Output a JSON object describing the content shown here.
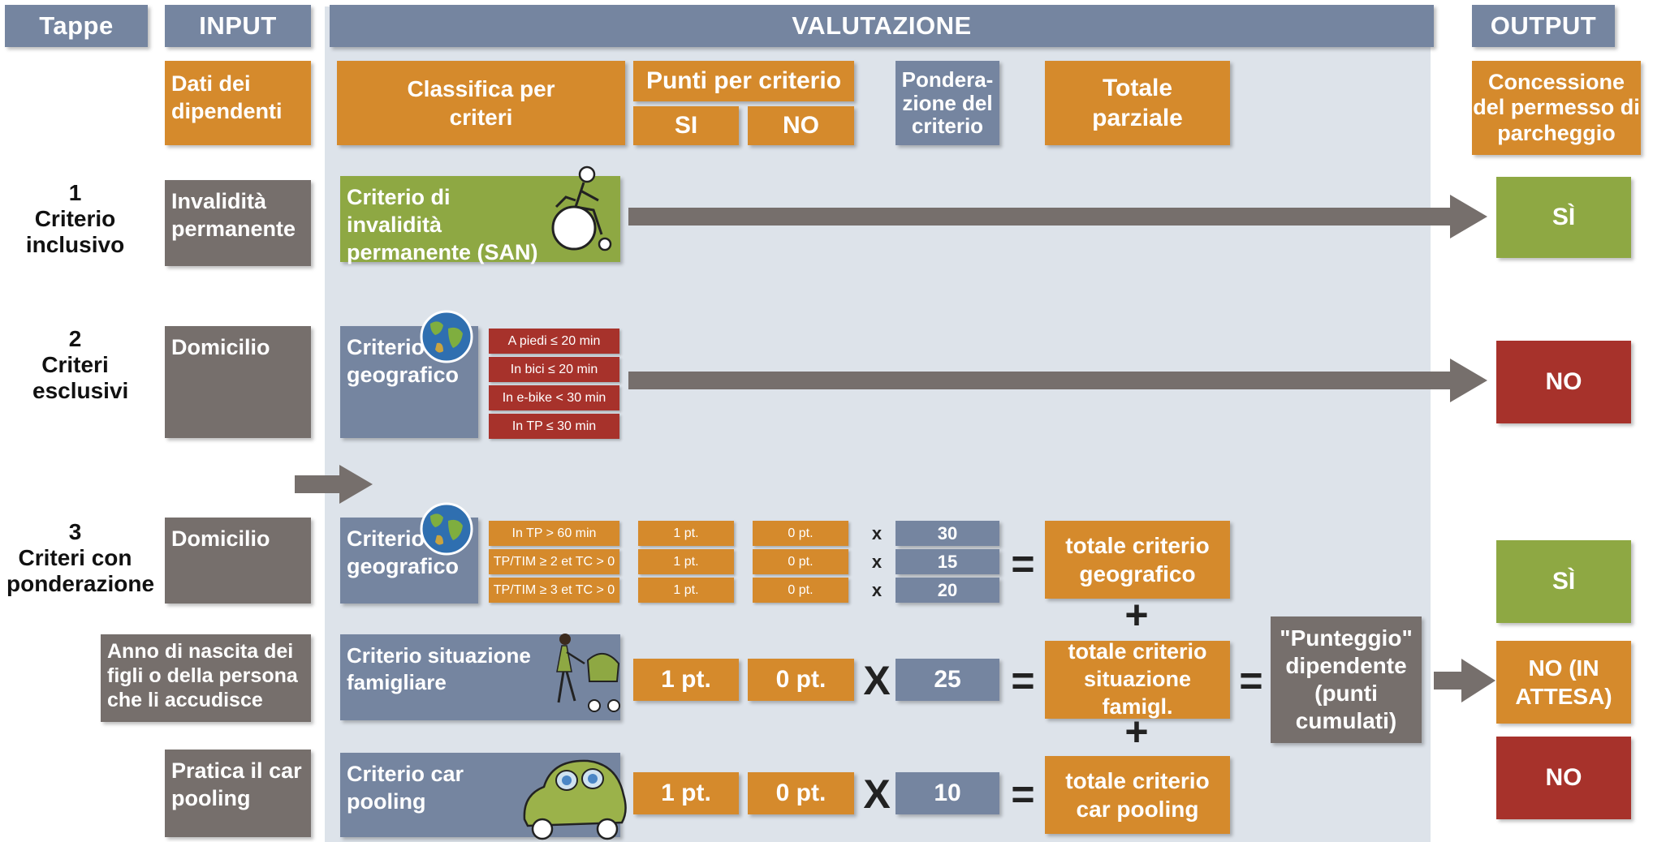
{
  "headers": {
    "tappe": "Tappe",
    "input": "INPUT",
    "valutazione": "VALUTAZIONE",
    "output": "OUTPUT"
  },
  "subheaders": {
    "dati": "Dati dei dipendenti",
    "classifica": "Classifica per criteri",
    "punti": "Punti per criterio",
    "si": "SI",
    "no": "NO",
    "ponderazione": "Pondera-zione del criterio",
    "totale": "Totale parziale",
    "concessione": "Concessione del permesso di parcheggio"
  },
  "steps": [
    {
      "num": "1",
      "label": "Criterio inclusivo"
    },
    {
      "num": "2",
      "label": "Criteri esclusivi"
    },
    {
      "num": "3",
      "label": "Criteri con ponderazione"
    }
  ],
  "inputs": {
    "invalidita": "Invalidità permanente",
    "domicilio1": "Domicilio",
    "domicilio2": "Domicilio",
    "anno": "Anno di nascita dei figli o della persona che li accudisce",
    "pooling": "Pratica il car pooling"
  },
  "criteria": {
    "san": "Criterio di invalidità permanente (SAN)",
    "geo1": "Criterio geografico",
    "geo2": "Criterio geografico",
    "famiglia": "Criterio situazione famigliare",
    "carpool": "Criterio car pooling"
  },
  "exclusive_conditions": [
    "A piedi ≤ 20 min",
    "In bici ≤ 20 min",
    "In e-bike < 30 min",
    "In TP ≤ 30 min"
  ],
  "geo_rows": [
    {
      "cond": "In TP > 60 min",
      "si": "1 pt.",
      "no": "0 pt.",
      "op": "x",
      "weight": "30"
    },
    {
      "cond": "TP/TIM ≥ 2 et TC > 0",
      "si": "1 pt.",
      "no": "0 pt.",
      "op": "x",
      "weight": "15"
    },
    {
      "cond": "TP/TIM ≥ 3 et TC > 0",
      "si": "1 pt.",
      "no": "0 pt.",
      "op": "x",
      "weight": "20"
    }
  ],
  "famiglia_row": {
    "si": "1 pt.",
    "no": "0 pt.",
    "op": "X",
    "weight": "25"
  },
  "carpool_row": {
    "si": "1 pt.",
    "no": "0 pt.",
    "op": "X",
    "weight": "10"
  },
  "totals": {
    "geo": "totale criterio geografico",
    "fam": "totale criterio situazione famigl.",
    "car": "totale criterio car pooling"
  },
  "operators": {
    "equals": "=",
    "plus": "+"
  },
  "punteggio": "\"Punteggio\" dipendente (punti cumulati)",
  "outputs": {
    "si1": "SÌ",
    "no1": "NO",
    "si2": "SÌ",
    "attesa": "NO (IN ATTESA)",
    "no2": "NO"
  },
  "colors": {
    "orange": "#d58a2c",
    "gray": "#766f6c",
    "blue": "#7585a0",
    "green": "#8ea843",
    "red": "#a7322b",
    "panel": "#dde3ea"
  },
  "icons": [
    "wheelchair-icon",
    "globe-icon",
    "stroller-icon",
    "car-icon"
  ]
}
